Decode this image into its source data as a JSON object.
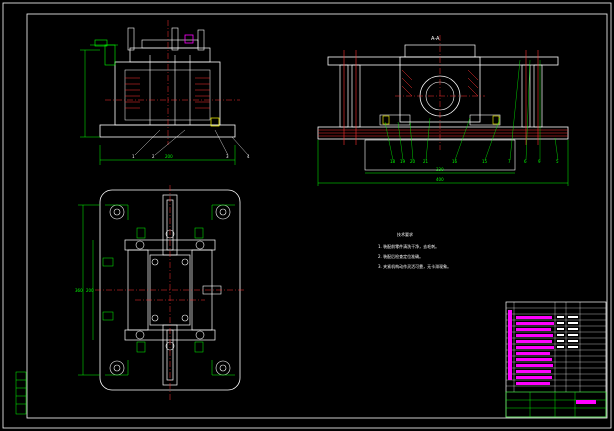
{
  "colors": {
    "background": "#000000",
    "outline": "#ffffff",
    "dimension": "#00ff00",
    "centerline": "#ff0000",
    "part": "#ffffff",
    "hatch": "#ff3030",
    "accent": "#ff00ff",
    "bolt": "#ffff00"
  },
  "front_view": {
    "callouts": [
      "1",
      "2",
      "3",
      "4"
    ],
    "width_dim": "200"
  },
  "side_view": {
    "title": "A-A",
    "callouts": [
      "18",
      "19",
      "20",
      "21",
      "16",
      "15",
      "7",
      "6",
      "9",
      "5"
    ],
    "width_dim": "330",
    "overall_dim": "400"
  },
  "plan_view": {
    "dim_left": "360",
    "dim_inner": "200"
  },
  "tech_notes": {
    "title": "技术要求",
    "items": [
      "1. 装配前零件清洗干净，去毛刺。",
      "2. 装配后检查定位准确。",
      "3. 夹紧机构动作灵活可靠，无卡滞现象。"
    ]
  },
  "title_block": {
    "rows": 14
  }
}
